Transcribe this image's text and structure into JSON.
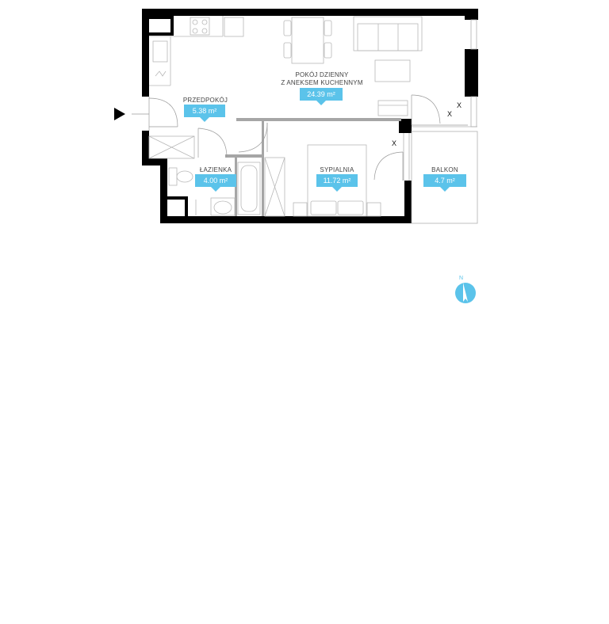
{
  "rooms": {
    "living": {
      "label_line1": "POKÓJ DZIENNY",
      "label_line2": "Z ANEKSEM KUCHENNYM",
      "area": "24.39 m²"
    },
    "hall": {
      "label": "PRZEDPOKÓJ",
      "area": "5.38 m²"
    },
    "bathroom": {
      "label": "ŁAZIENKA",
      "area": "4.00 m²"
    },
    "bedroom": {
      "label": "SYPIALNIA",
      "area": "11.72 m²"
    },
    "balcony": {
      "label": "BALKON",
      "area": "4.7 m²"
    }
  },
  "marks": {
    "x1": "X",
    "x2": "X",
    "x3": "X"
  },
  "compass": {
    "north": "N"
  },
  "colors": {
    "accent": "#5bc3ea",
    "wall": "#000000",
    "partition": "#a6a6a6",
    "furniture": "#b8b8b8"
  },
  "icons": {
    "entrance": "entrance-arrow-icon",
    "compass": "compass-icon"
  }
}
